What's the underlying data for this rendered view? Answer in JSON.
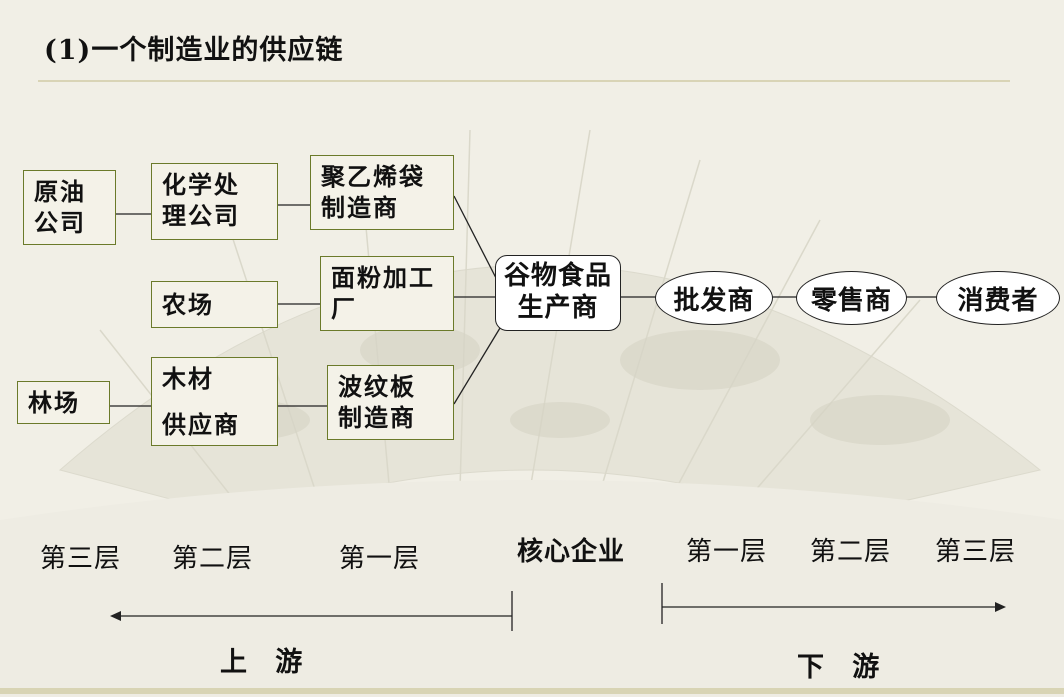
{
  "title": "(1)一个制造业的供应链",
  "nodes": {
    "crude_oil": "原油\n公司",
    "chem": "化学处\n理公司",
    "poly_bag": "聚乙烯袋\n制造商",
    "farm": "农场",
    "flour": "面粉加工\n厂",
    "forest": "林场",
    "wood_top": "木材",
    "wood_bottom": "供应商",
    "corrugated": "波纹板\n制造商",
    "core": "谷物食品\n生产商",
    "wholesaler": "批发商",
    "retailer": "零售商",
    "consumer": "消费者"
  },
  "tiers": {
    "up3": "第三层",
    "up2": "第二层",
    "up1": "第一层",
    "core": "核心企业",
    "down1": "第一层",
    "down2": "第二层",
    "down3": "第三层"
  },
  "directions": {
    "upstream": "上   游",
    "downstream": "下   游"
  }
}
